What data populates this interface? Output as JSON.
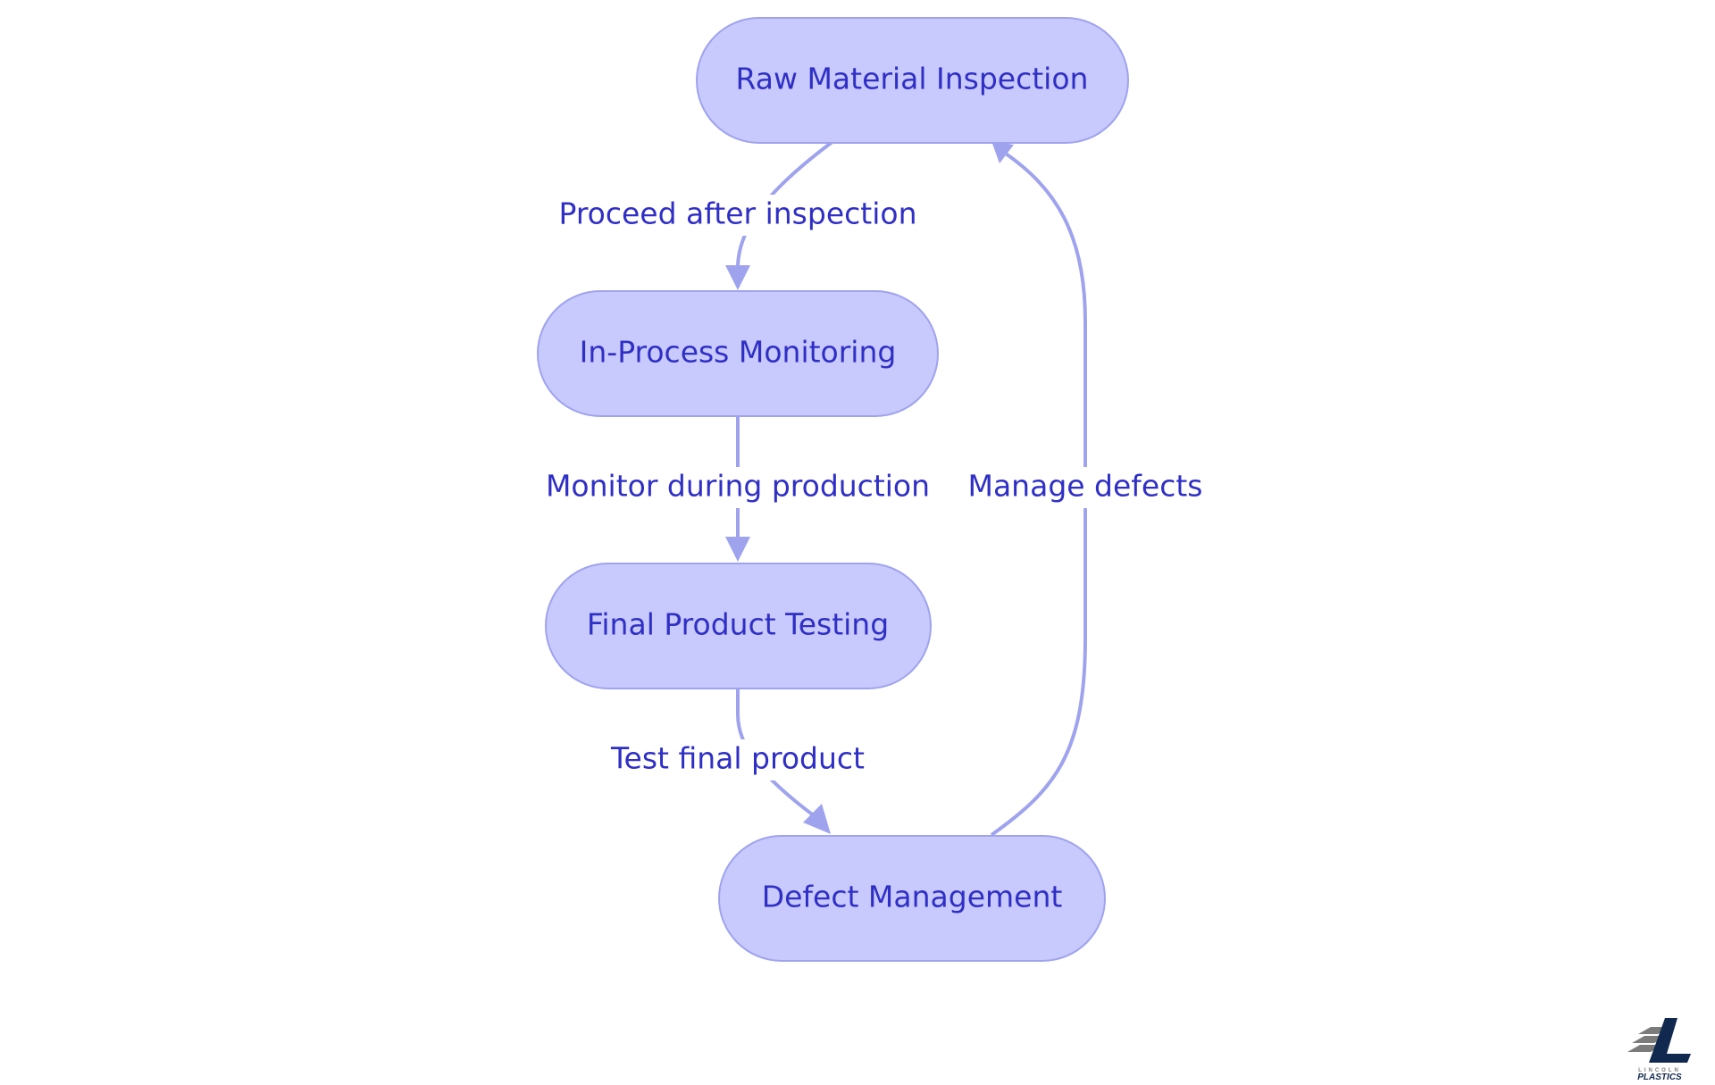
{
  "diagram": {
    "nodes": [
      {
        "id": "raw",
        "label": "Raw Material Inspection"
      },
      {
        "id": "inproc",
        "label": "In-Process Monitoring"
      },
      {
        "id": "final",
        "label": "Final Product Testing"
      },
      {
        "id": "defect",
        "label": "Defect Management"
      }
    ],
    "edges": [
      {
        "from": "raw",
        "to": "inproc",
        "label": "Proceed after inspection"
      },
      {
        "from": "inproc",
        "to": "final",
        "label": "Monitor during production"
      },
      {
        "from": "final",
        "to": "defect",
        "label": "Test final product"
      },
      {
        "from": "defect",
        "to": "raw",
        "label": "Manage defects"
      }
    ]
  },
  "logo": {
    "name": "lincoln-plastics-logo",
    "line1": "LINCOLN",
    "line2": "PLASTICS",
    "colors": {
      "navy": "#12294f",
      "gray": "#7b7b7b"
    }
  },
  "colors": {
    "node_fill": "#c8c9fc",
    "node_stroke": "#9fa3ee",
    "text": "#2f2fc6",
    "edge": "#9fa3ee",
    "background": "#ffffff"
  }
}
